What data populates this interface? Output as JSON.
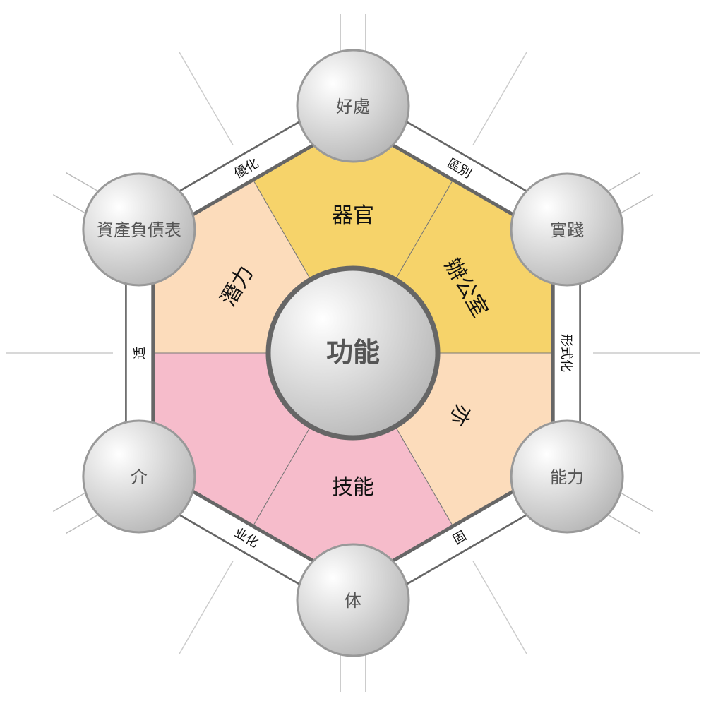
{
  "center": {
    "label": "功能"
  },
  "nodes": [
    {
      "label": "好處"
    },
    {
      "label": "實踐"
    },
    {
      "label": "能力"
    },
    {
      "label": "体"
    },
    {
      "label": "介"
    },
    {
      "label": "資產負債表"
    }
  ],
  "edges": [
    {
      "label": "區別"
    },
    {
      "label": "形式化"
    },
    {
      "label": "固"
    },
    {
      "label": "业化"
    },
    {
      "label": "适"
    },
    {
      "label": "優化"
    }
  ],
  "sectors": [
    {
      "label": "辦公室",
      "color": "#F6D36A"
    },
    {
      "label": "器官",
      "color": "#F6D36A"
    },
    {
      "label": "潛力",
      "color": "#FCDCBB"
    },
    {
      "label": "",
      "color": "#F6BCCB"
    },
    {
      "label": "技能",
      "color": "#F6BCCB"
    },
    {
      "label": "亦",
      "color": "#FCDCBB"
    }
  ]
}
